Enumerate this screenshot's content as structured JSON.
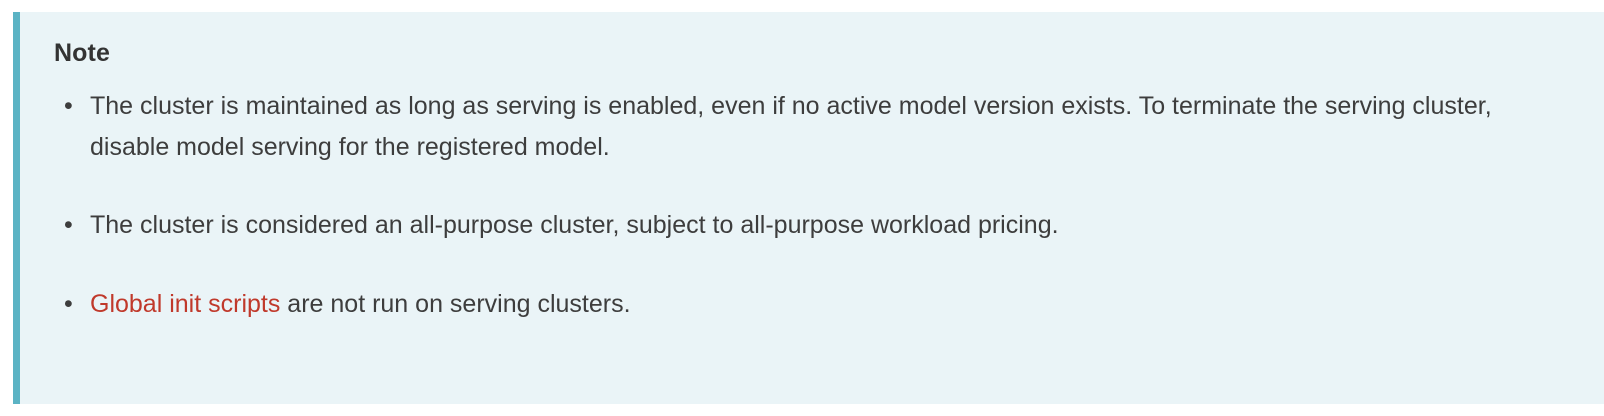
{
  "note": {
    "type": "note-admonition",
    "title": "Note",
    "accent_color": "#5bb3c4",
    "background_color": "#eaf4f7",
    "text_color": "#3d3d3d",
    "link_color": "#c0392b",
    "bullet_glyph": "•",
    "items": [
      {
        "id": "cluster-maintained",
        "segments": [
          {
            "kind": "text",
            "text": "The cluster is maintained as long as serving is enabled, even if no active model version exists. To terminate the serving cluster, disable model serving for the registered model."
          }
        ]
      },
      {
        "id": "all-purpose-pricing",
        "segments": [
          {
            "kind": "text",
            "text": "The cluster is considered an all-purpose cluster, subject to all-purpose workload pricing."
          }
        ]
      },
      {
        "id": "global-init-scripts",
        "segments": [
          {
            "kind": "link",
            "text": "Global init scripts"
          },
          {
            "kind": "text",
            "text": " are not run on serving clusters."
          }
        ]
      }
    ]
  }
}
